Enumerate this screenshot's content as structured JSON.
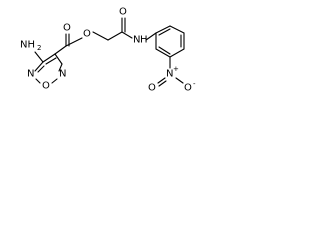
{
  "molecule": {
    "atoms": {
      "amine_H2N": "NH",
      "amine_sub2": "2",
      "ring_N_top": "N",
      "ring_N_bottom": "N",
      "ring_O": "O",
      "ester_O1": "O",
      "ester_O2": "O",
      "amide_O": "O",
      "amide_N": "N",
      "amide_H": "H",
      "nitro_N": "N",
      "nitro_plus": "+",
      "nitro_O1": "O",
      "nitro_O2": "O",
      "nitro_minus": "-"
    }
  }
}
